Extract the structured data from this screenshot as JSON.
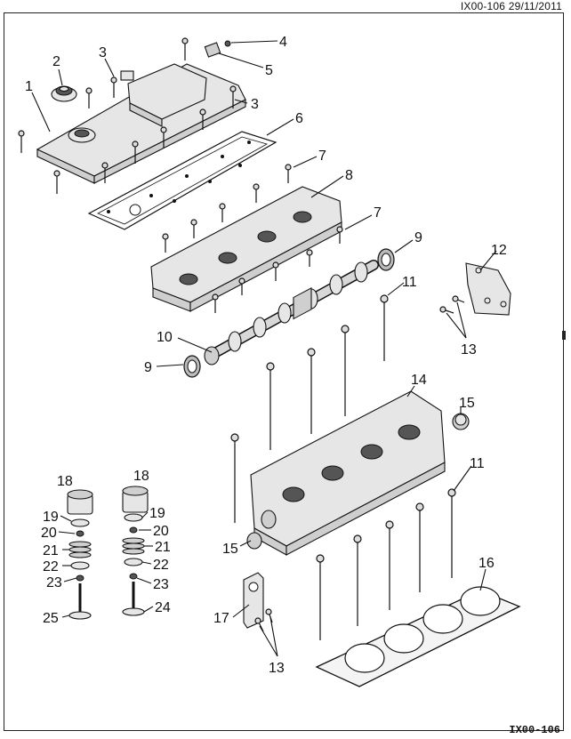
{
  "header": {
    "code_date": "IX00-106  29/11/2011"
  },
  "footer": {
    "code": "IX00-106"
  },
  "callouts": [
    "1",
    "2",
    "3",
    "3",
    "4",
    "5",
    "6",
    "7",
    "7",
    "8",
    "9",
    "9",
    "10",
    "11",
    "11",
    "12",
    "13",
    "13",
    "14",
    "15",
    "15",
    "16",
    "17",
    "18",
    "18",
    "19",
    "19",
    "20",
    "20",
    "21",
    "21",
    "22",
    "22",
    "23",
    "23",
    "24",
    "25"
  ]
}
